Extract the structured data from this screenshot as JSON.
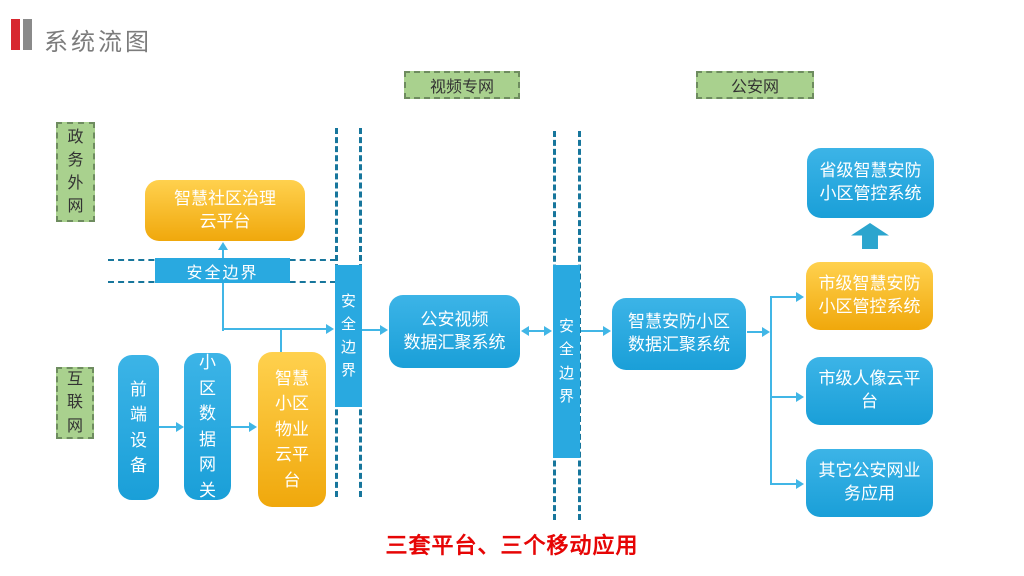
{
  "header": {
    "title": "系统流图"
  },
  "network_zones": {
    "video_network": "视频专网",
    "police_network": "公安网",
    "government_extranet": "政务外网",
    "internet": "互联网"
  },
  "security_boundary_label": "安全边界",
  "nodes": {
    "community_governance_cloud": "智慧社区治理\n云平台",
    "frontend_devices": "前端设备",
    "community_data_gateway": "小区数据网关",
    "community_property_cloud": "智慧小区物业云平台",
    "police_video_hub": "公安视频\n数据汇聚系统",
    "security_community_hub": "智慧安防小区\n数据汇聚系统",
    "provincial_control_system": "省级智慧安防\n小区管控系统",
    "municipal_control_system": "市级智慧安防\n小区管控系统",
    "municipal_portrait_cloud": "市级人像云平\n台",
    "other_police_apps": "其它公安网业\n务应用"
  },
  "footer": {
    "note": "三套平台、三个移动应用"
  },
  "colors": {
    "accent_red": "#D7282F",
    "title_gray": "#7C7C7C",
    "node_blue": "#29ABE2",
    "node_yellow": "#F9B915",
    "zone_green": "#A9D18E",
    "boundary_dash": "#17769C",
    "connector_blue": "#41B6E6",
    "footer_red": "#E60505"
  }
}
